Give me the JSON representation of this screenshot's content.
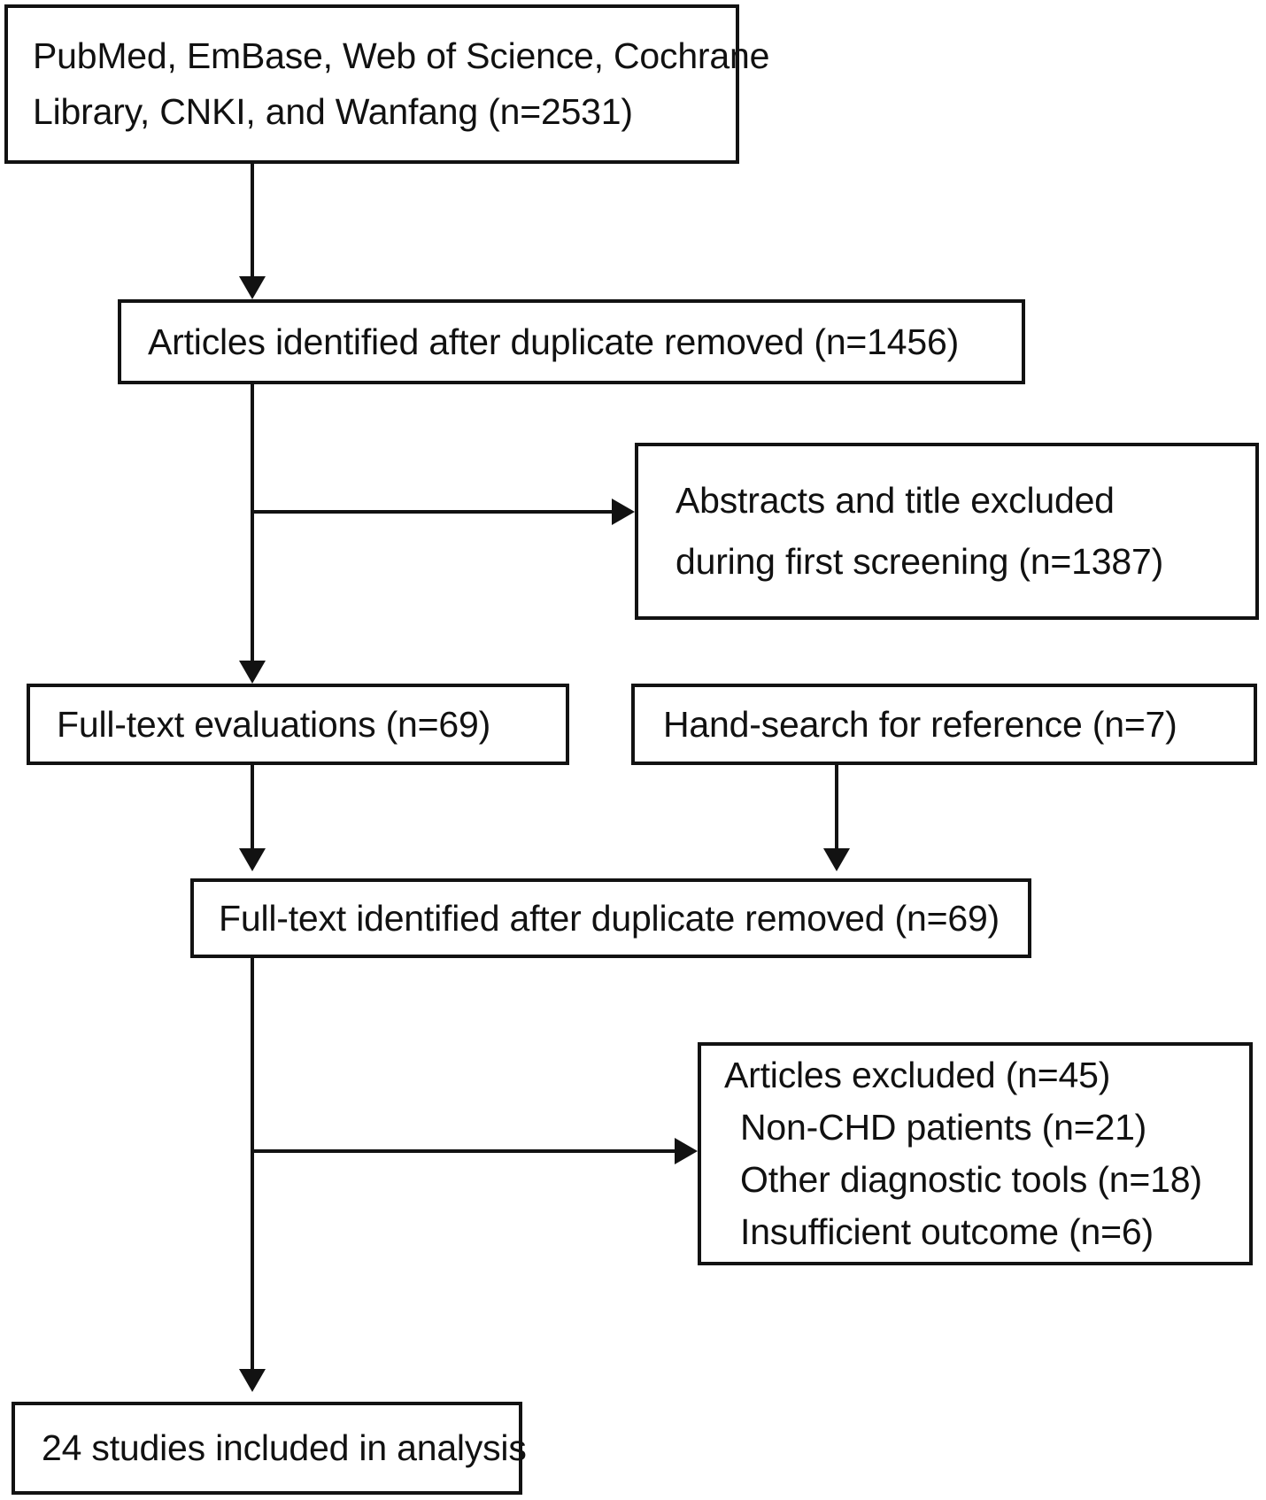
{
  "diagram": {
    "type": "prisma-flow-diagram",
    "nodes": {
      "sources": {
        "lines": [
          "PubMed, EmBase, Web of Science,  Cochrane",
          "Library, CNKI, and Wanfang (n=2531)"
        ]
      },
      "identified": {
        "lines": [
          "Articles identified after duplicate removed (n=1456)"
        ]
      },
      "abstracts_excluded": {
        "lines": [
          "Abstracts and title excluded",
          "during first screening (n=1387)"
        ]
      },
      "fulltext_evaluations": {
        "lines": [
          "Full-text evaluations (n=69)"
        ]
      },
      "hand_search": {
        "lines": [
          "Hand-search for reference (n=7)"
        ]
      },
      "fulltext_identified": {
        "lines": [
          "Full-text identified after duplicate removed (n=69)"
        ]
      },
      "articles_excluded": {
        "lines": [
          "Articles excluded (n=45)",
          "Non-CHD patients (n=21)",
          "Other diagnostic tools (n=18)",
          "Insufficient outcome (n=6)"
        ]
      },
      "included": {
        "lines": [
          "24 studies included in analysis"
        ]
      }
    },
    "colors": {
      "stroke": "#121212",
      "text": "#111111",
      "background": "#ffffff"
    }
  }
}
